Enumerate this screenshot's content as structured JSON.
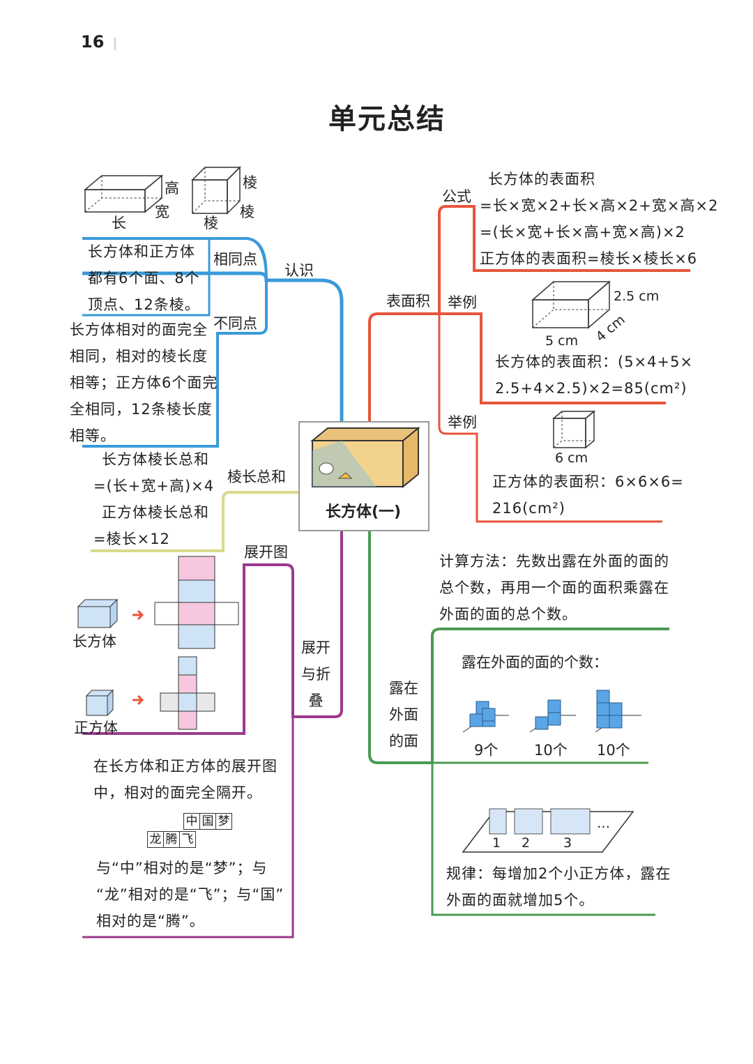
{
  "page_number": "16",
  "title": "单元总结",
  "center": {
    "label": "长方体(一)"
  },
  "recognition": {
    "branch_label": "认识",
    "diagram_labels": {
      "height": "高",
      "width": "宽",
      "length": "长",
      "edge": "棱"
    },
    "same_label": "相同点",
    "same_lines": [
      "长方体和正方体",
      "都有6个面、8个",
      "顶点、12条棱。"
    ],
    "diff_label": "不同点",
    "diff_lines": [
      "长方体相对的面完全",
      "相同，相对的棱长度",
      "相等；正方体6个面完",
      "全相同，12条棱长度",
      "相等。"
    ]
  },
  "edge_sum": {
    "branch_label": "棱长总和",
    "lines": [
      "长方体棱长总和",
      "=(长+宽+高)×4",
      "正方体棱长总和",
      "=棱长×12"
    ]
  },
  "net": {
    "branch_label_lines": [
      "展开",
      "与折",
      "叠"
    ],
    "sub_label": "展开图",
    "cuboid_label": "长方体",
    "cube_label": "正方体",
    "rule_lines": [
      "在长方体和正方体的展开图",
      "中，相对的面完全隔开。"
    ],
    "word_top": [
      "中",
      "国",
      "梦"
    ],
    "word_bottom": [
      "龙",
      "腾",
      "飞"
    ],
    "answer_lines": [
      "与“中”相对的是“梦”；与",
      "“龙”相对的是“飞”；与“国”",
      "相对的是“腾”。"
    ]
  },
  "surface": {
    "branch_label": "表面积",
    "formula_label": "公式",
    "formula_lines": [
      "长方体的表面积",
      "=长×宽×2+长×高×2+宽×高×2",
      "=(长×宽+长×高+宽×高)×2",
      "正方体的表面积=棱长×棱长×6"
    ],
    "example_label": "举例",
    "example1_dims": {
      "h": "2.5 cm",
      "w": "4 cm",
      "l": "5 cm"
    },
    "example1_lines": [
      "长方体的表面积：(5×4+5×",
      "2.5+4×2.5)×2=85(cm²)"
    ],
    "example2_dim": "6 cm",
    "example2_lines": [
      "正方体的表面积：6×6×6=",
      "216(cm²)"
    ]
  },
  "exposed": {
    "branch_label_lines": [
      "露在",
      "外面",
      "的面"
    ],
    "method_lines": [
      "计算方法：先数出露在外面的面的",
      "总个数，再用一个面的面积乘露在",
      "外面的面的总个数。"
    ],
    "count_title": "露在外面的面的个数：",
    "counts": [
      "9个",
      "10个",
      "10个"
    ],
    "seq_labels": [
      "1",
      "2",
      "3",
      "…"
    ],
    "pattern_lines": [
      "规律：每增加2个小正方体，露在",
      "外面的面就增加5个。"
    ]
  },
  "colors": {
    "blue": "#3a9ad9",
    "red": "#e8553b",
    "green": "#4a9a52",
    "purple": "#9b3a8c",
    "yellow": "#d9d98a"
  }
}
